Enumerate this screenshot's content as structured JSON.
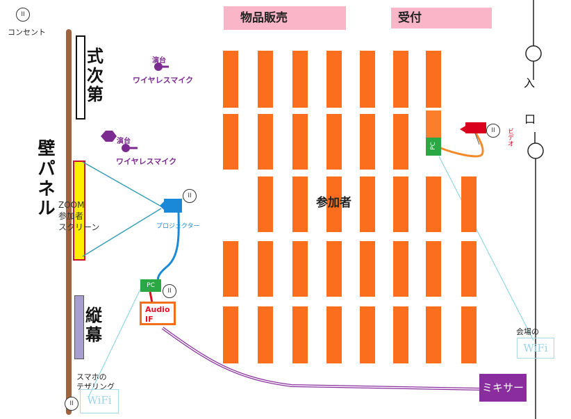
{
  "outlet_label": "コンセント",
  "outlet_symbol": "II",
  "banners": {
    "merch": "物品販売",
    "reception": "受付"
  },
  "wall": {
    "program": "式次第",
    "wall_panel": "壁パネル",
    "vertical_banner": "縦幕"
  },
  "podium1": {
    "podium": "演台",
    "mic": "ワイヤレスマイク"
  },
  "podium2": {
    "podium": "演台",
    "mic": "ワイヤレスマイク"
  },
  "screen_label": [
    "ZOOM",
    "参加者",
    "スクリーン"
  ],
  "projector_label": "プロジェクター",
  "pc_label": "PC",
  "audio_if": [
    "Audio",
    "IF"
  ],
  "attendees": "参加者",
  "entrance": [
    "入",
    "口"
  ],
  "video_label": "ビデオ",
  "venue_wifi": {
    "label": "会場の",
    "wifi": "WiFi"
  },
  "phone_wifi": {
    "label": [
      "スマホの",
      "テザリング"
    ],
    "wifi": "WiFi"
  },
  "mixer": "ミキサー",
  "colors": {
    "seat": "#fb6e1d",
    "banner": "#fbb5c9",
    "wall": "#a0633f",
    "screen": "#ffee00",
    "projector": "#1a8ad8",
    "pc": "#2aa843",
    "mixer": "#8a2d9e",
    "podium": "#7b2a90",
    "video": "#d8001c"
  }
}
